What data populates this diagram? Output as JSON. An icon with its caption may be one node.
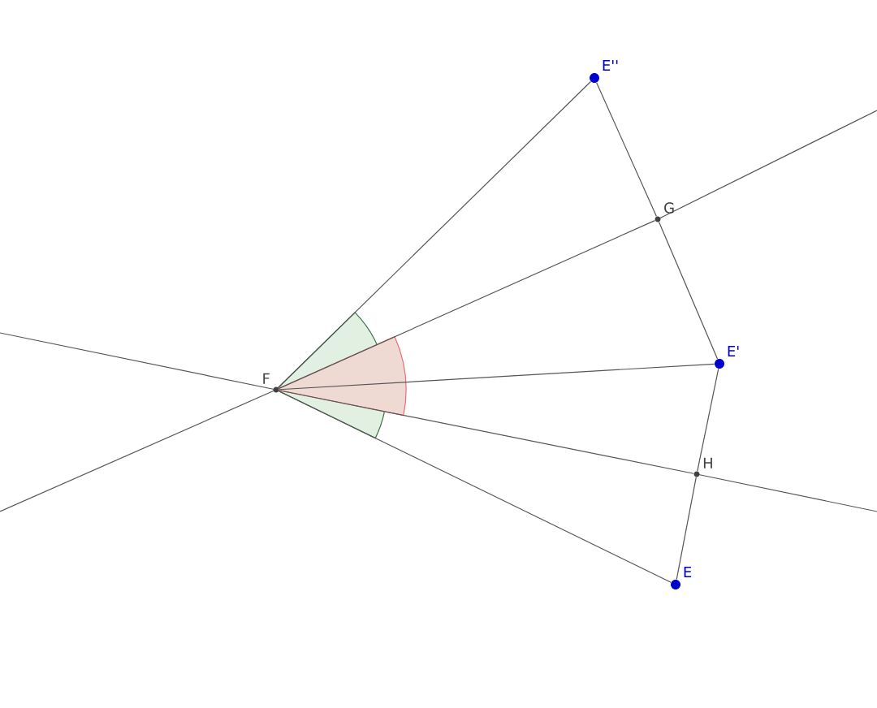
{
  "diagram": {
    "nodes": [
      {
        "text": [
          "F"
        ]
      },
      {
        "text": [
          "E''"
        ]
      },
      {
        "text": [
          "G"
        ]
      },
      {
        "text": [
          "E'"
        ]
      },
      {
        "text": [
          "H"
        ]
      },
      {
        "text": [
          "E"
        ]
      }
    ],
    "edges": [
      {
        "from": 0,
        "to": 1,
        "arrow": "none"
      },
      {
        "from": 0,
        "to": 3,
        "arrow": "none"
      },
      {
        "from": 0,
        "to": 5,
        "arrow": "none"
      },
      {
        "from": 0,
        "to": 2,
        "arrow": "none"
      },
      {
        "from": 0,
        "to": 4,
        "arrow": "none"
      },
      {
        "from": 1,
        "to": 2,
        "arrow": "none"
      },
      {
        "from": 2,
        "to": 3,
        "arrow": "none"
      },
      {
        "from": 3,
        "to": 4,
        "arrow": "none"
      },
      {
        "from": 4,
        "to": 5,
        "arrow": "none"
      }
    ]
  }
}
